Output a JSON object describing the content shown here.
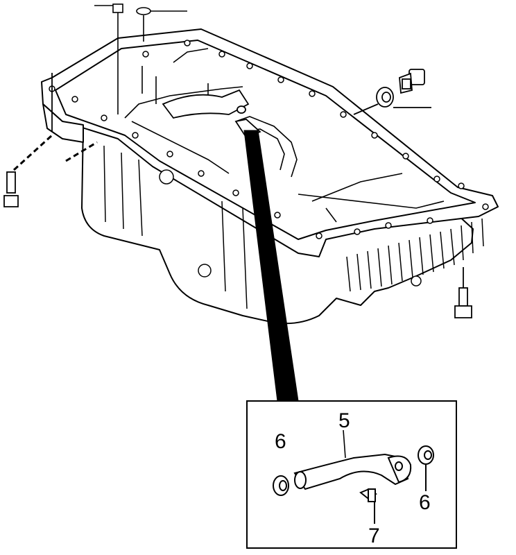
{
  "callouts": {
    "hose": "5",
    "seal_left": "6",
    "seal_right": "6",
    "bolt": "7"
  }
}
